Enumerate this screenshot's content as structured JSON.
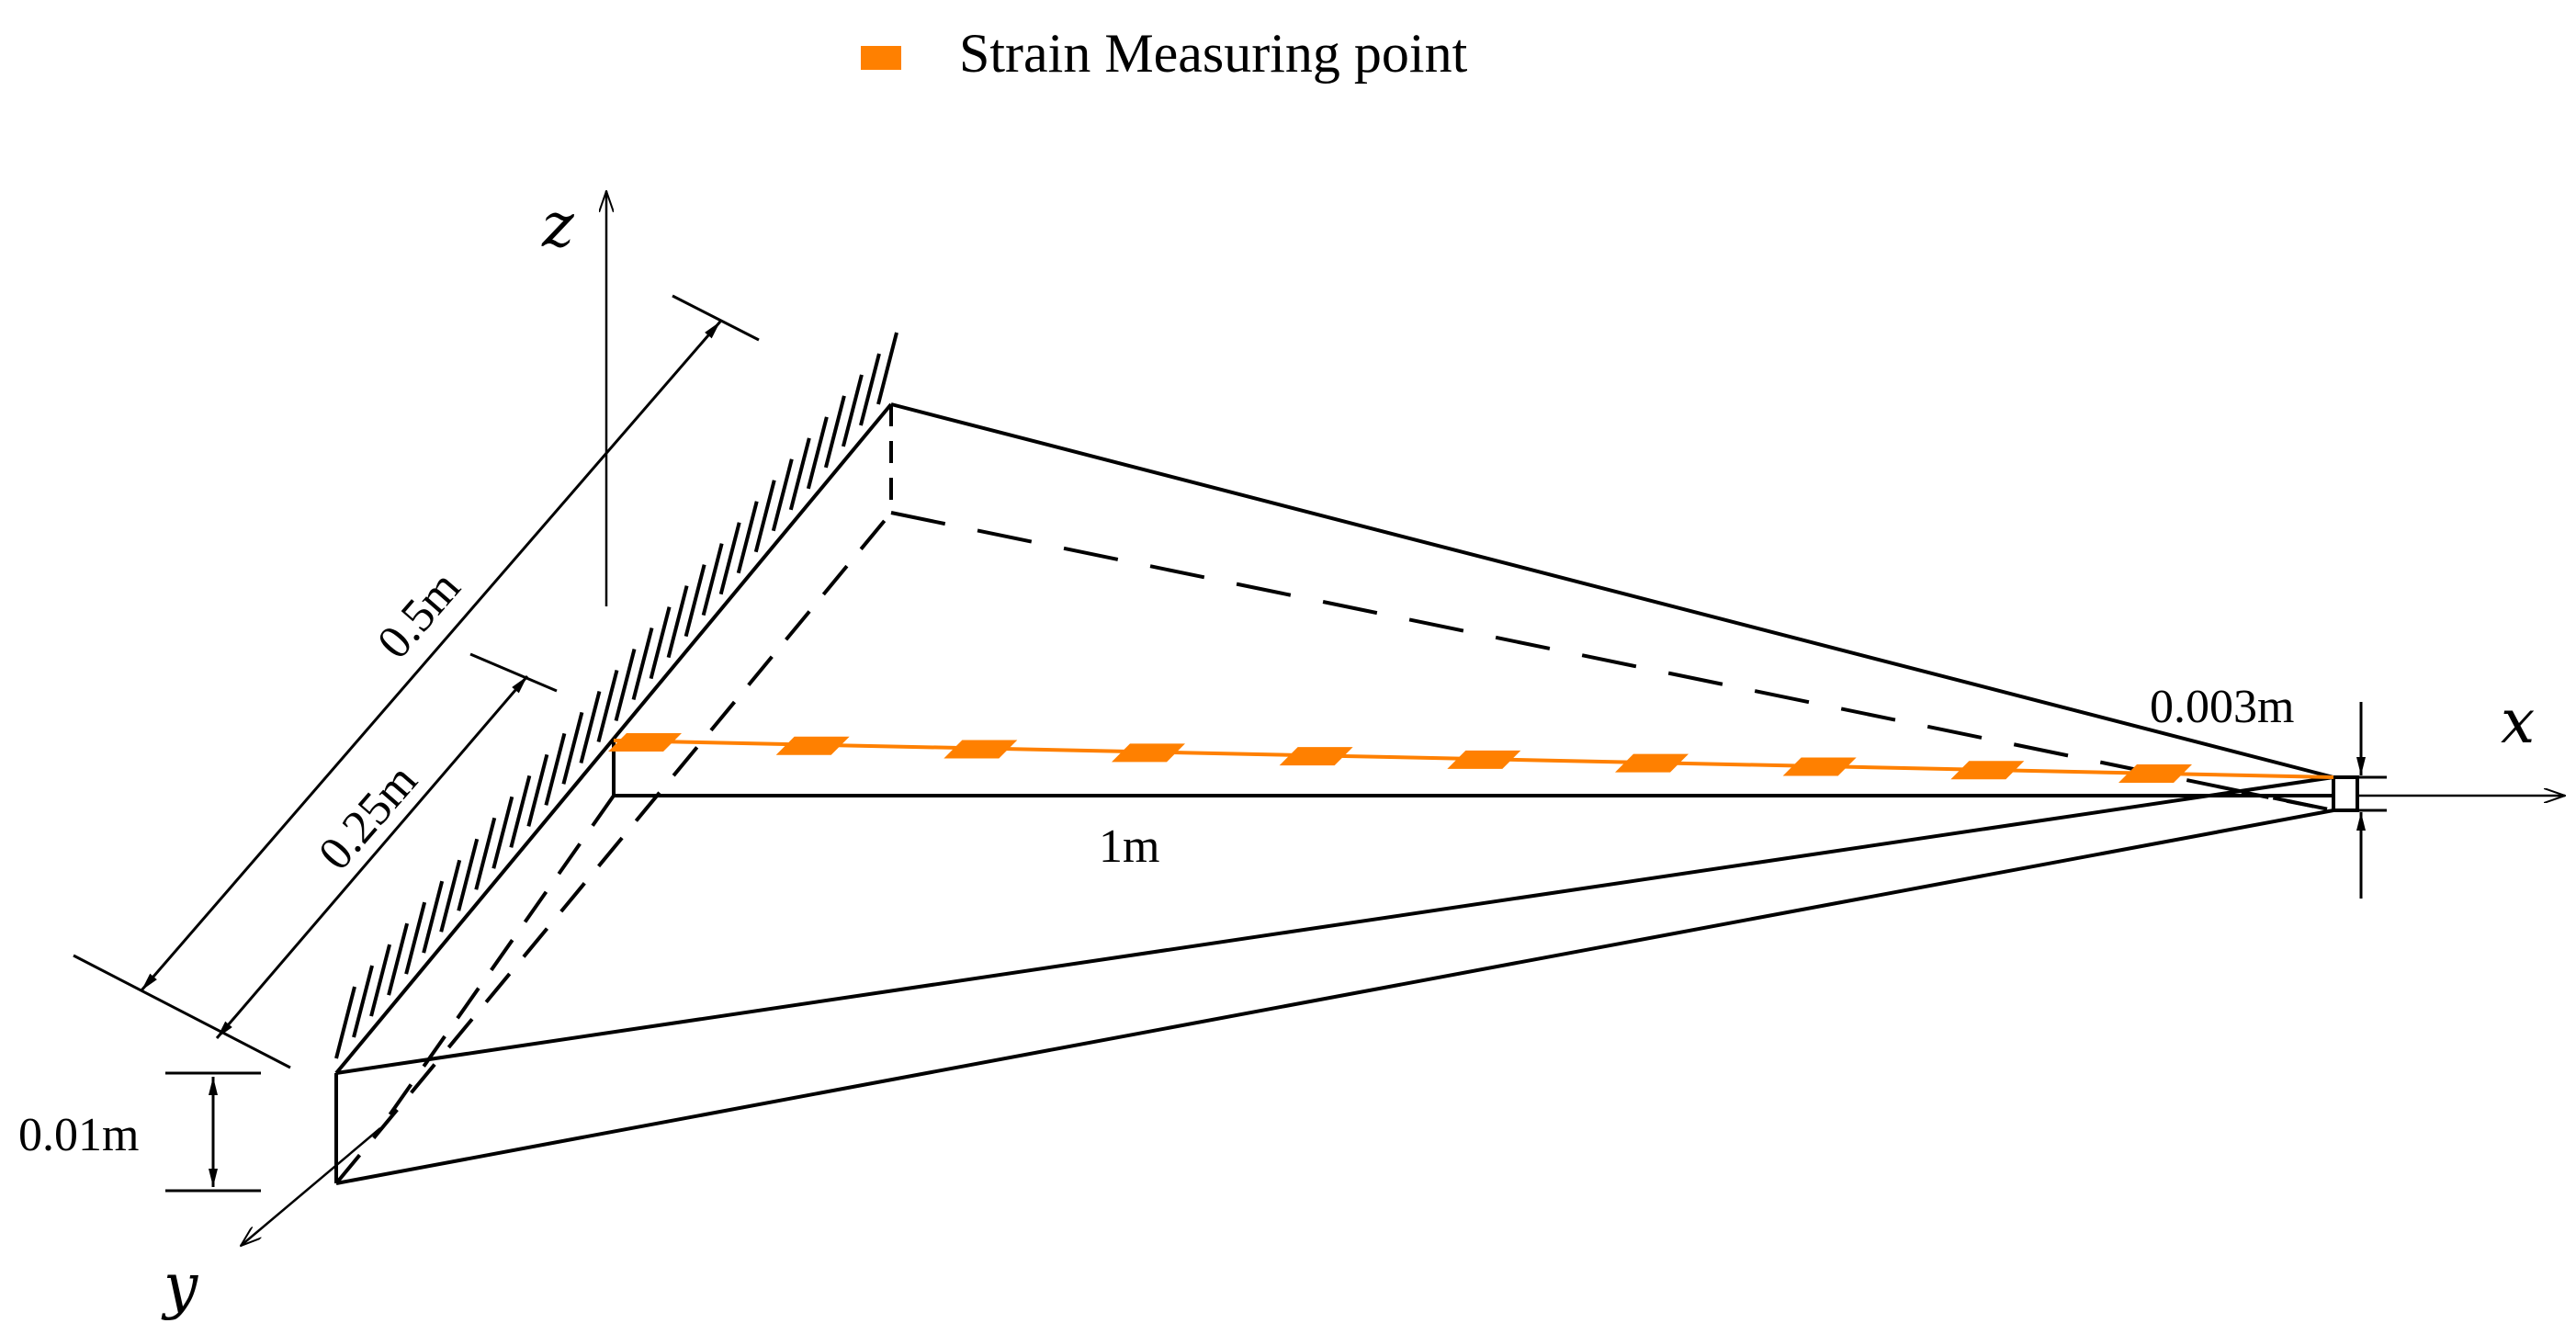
{
  "legend": {
    "label": "Strain Measuring point",
    "marker_color": "#FF8000"
  },
  "axes": {
    "x": "x",
    "y": "y",
    "z": "z"
  },
  "dimensions": {
    "width_full": "0.5m",
    "width_half": "0.25m",
    "length": "1m",
    "root_thickness": "0.01m",
    "tip_thickness": "0.003m"
  },
  "measuring_points": {
    "count": 10,
    "line_color": "#FF8000"
  },
  "colors": {
    "line": "#000000",
    "accent": "#FF8000"
  }
}
